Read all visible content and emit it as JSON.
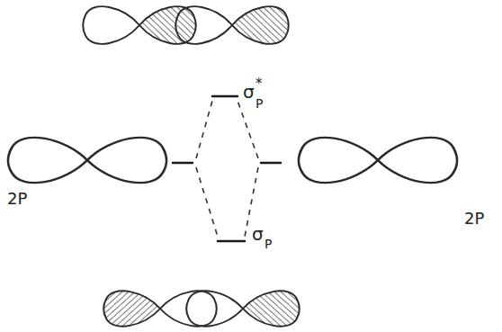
{
  "diagram": {
    "labels": [
      "2P",
      "2P",
      "σ",
      "*",
      "P",
      "σ",
      "P"
    ]
  }
}
